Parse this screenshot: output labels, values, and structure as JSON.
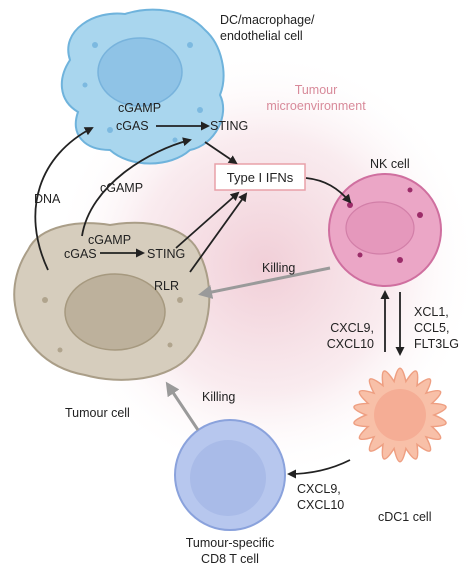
{
  "colors": {
    "background": "#ffffff",
    "microenvironment_glow": "#e6a8b8",
    "microenvironment_label": "#d88a9a",
    "dc_cell_fill": "#a9d6ee",
    "dc_cell_edge": "#6fb3dc",
    "dc_nucleus": "#8fc3e6",
    "tumour_cell_fill": "#d6cdbd",
    "tumour_cell_edge": "#aa9e88",
    "tumour_nucleus": "#bdb19c",
    "nk_cell_fill": "#eba6c6",
    "nk_cell_edge": "#cf6f9f",
    "nk_granule": "#9b2c69",
    "cdc1_cell_fill": "#f8c0a8",
    "cdc1_cell_edge": "#ee9f82",
    "t_cell_fill": "#b7c7ee",
    "t_cell_edge": "#8aa2dc",
    "ifn_box_border": "#e8a0a8",
    "arrow_dark": "#222222",
    "arrow_grey": "#9a9a9a",
    "text": "#222222"
  },
  "labels": {
    "dc_cell": "DC/macrophage/\nendothelial cell",
    "tumour_microenvironment": "Tumour\nmicroenvironment",
    "nk_cell": "NK cell",
    "type1_ifns": "Type I IFNs",
    "tumour_cell": "Tumour cell",
    "cdc1_cell": "cDC1 cell",
    "t_cell": "Tumour-specific\nCD8 T cell",
    "dc_cgamp": "cGAMP",
    "dc_cgas": "cGAS",
    "dc_sting": "STING",
    "transfer_cgamp": "cGAMP",
    "dna": "DNA",
    "tumour_cgamp": "cGAMP",
    "tumour_cgas": "cGAS",
    "tumour_sting": "STING",
    "rlr": "RLR",
    "nk_killing": "Killing",
    "t_killing": "Killing",
    "nk_to_cdc1_chemokines": "XCL1,\nCCL5,\nFLT3LG",
    "cdc1_to_nk_chemokines": "CXCL9,\nCXCL10",
    "cdc1_to_t_chemokines": "CXCL9,\nCXCL10"
  }
}
